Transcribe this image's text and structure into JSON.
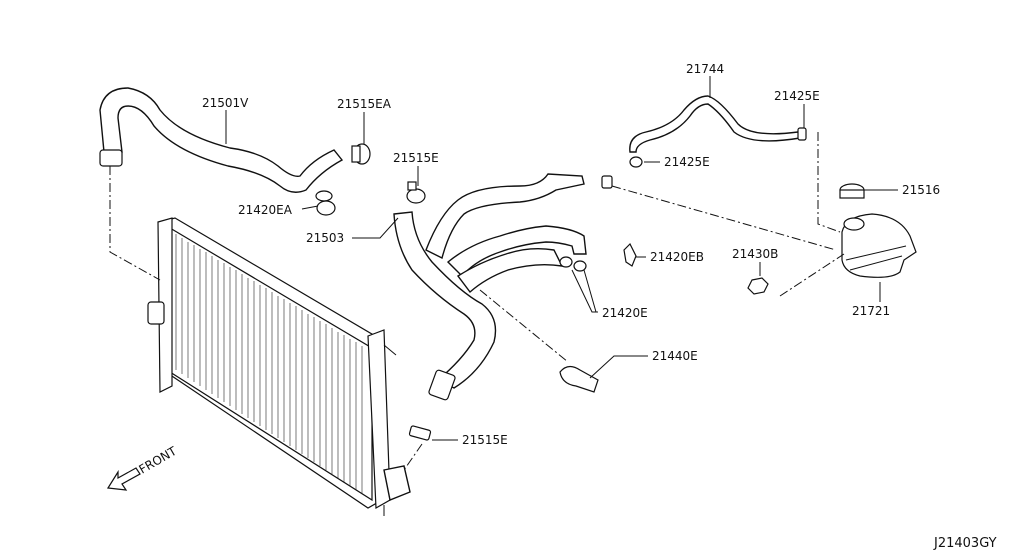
{
  "diagram_code": "J21403GY",
  "front_label": "FRONT",
  "parts": {
    "hose_upper": "21501V",
    "clamp_upper": "21515EA",
    "clamp_a": "21420EA",
    "clamp_mid": "21515E",
    "hose_lower": "21503",
    "reservoir_hose": "21744",
    "clip_top_right": "21425E",
    "clip_top_left": "21425E",
    "cap": "21516",
    "clamp_eb": "21420EB",
    "nut": "21430B",
    "clamp_e": "21420E",
    "tank": "21721",
    "clamp_1440": "21440E",
    "clamp_lower": "21515E"
  }
}
